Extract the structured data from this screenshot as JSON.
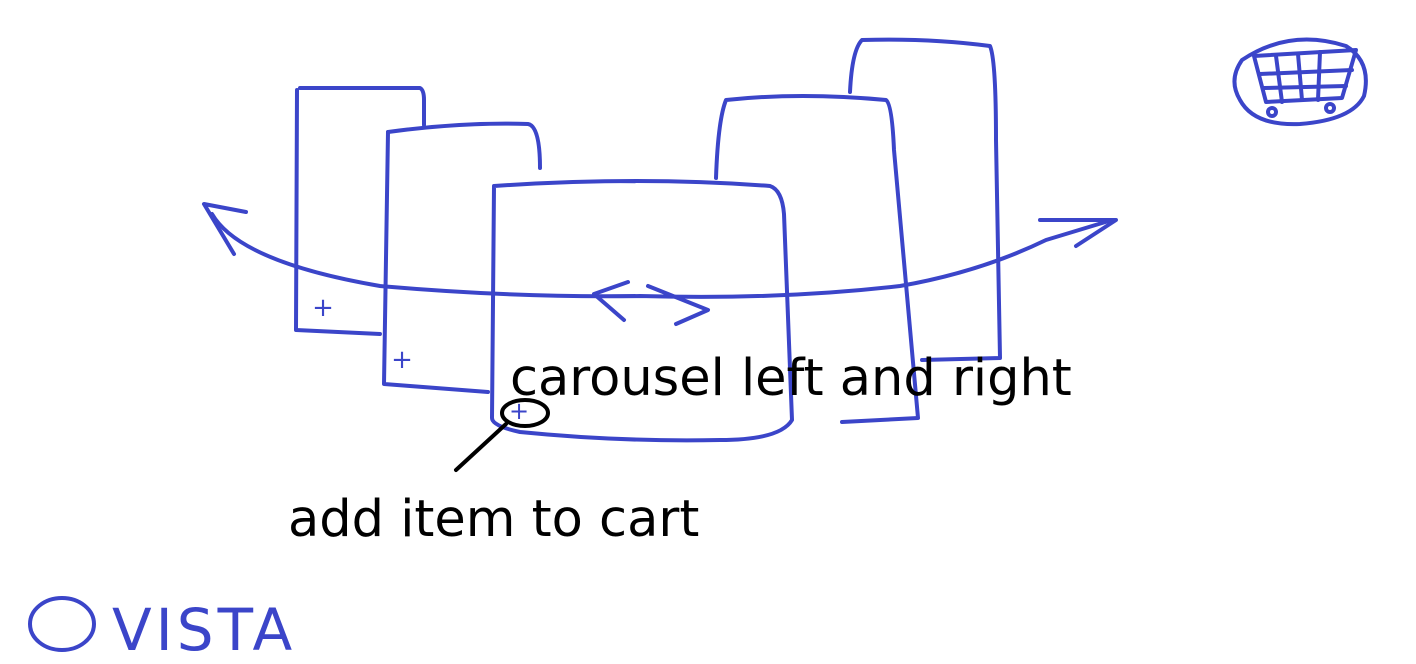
{
  "annotations": {
    "carousel_label": "carousel left and right",
    "add_to_cart_label": "add item to cart"
  },
  "handwriting": {
    "brand": "VISTA"
  },
  "sketch": {
    "item_card_plus_symbol": "+",
    "cart_icon": "shopping-cart-icon",
    "ink_color": "#3b45c9",
    "text_color": "#000000"
  }
}
